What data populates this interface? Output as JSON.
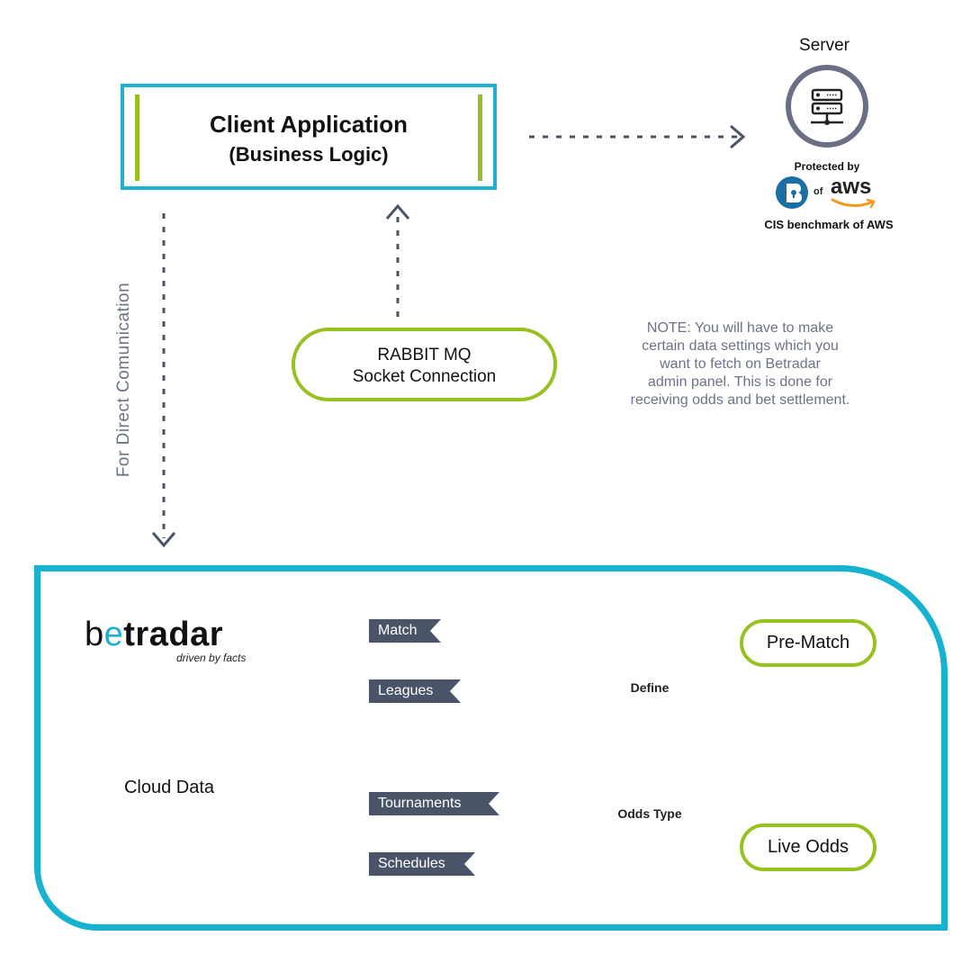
{
  "client": {
    "title": "Client Application",
    "subtitle": "(Business Logic)"
  },
  "server": {
    "label": "Server",
    "protected_by": "Protected by",
    "of": "of",
    "aws": "aws",
    "cis": "CIS benchmark of AWS",
    "icon": "server-icon"
  },
  "rabbit": {
    "line1": "RABBIT MQ",
    "line2": "Socket Connection"
  },
  "note": {
    "lines": [
      "NOTE: You will have to make",
      "certain data settings which you",
      "want to fetch on Betradar",
      "admin panel. This is done for",
      "receiving odds and bet settlement."
    ]
  },
  "vertical_label": "For Direct Comunication",
  "betradar": {
    "logo_prefix": "b",
    "logo_accent": "e",
    "logo_rest": "tradar",
    "tagline": "driven by facts",
    "cloud_label": "Cloud Data",
    "tags": [
      "Match",
      "Leagues",
      "Tournaments",
      "Schedules"
    ],
    "define_label": "Define",
    "odds_type_label": "Odds Type",
    "pre_match": "Pre-Match",
    "live_odds": "Live Odds"
  },
  "colors": {
    "cyan": "#17b2d0",
    "green": "#97c11f",
    "slate": "#4a5468",
    "grey_text": "#6d7386"
  }
}
